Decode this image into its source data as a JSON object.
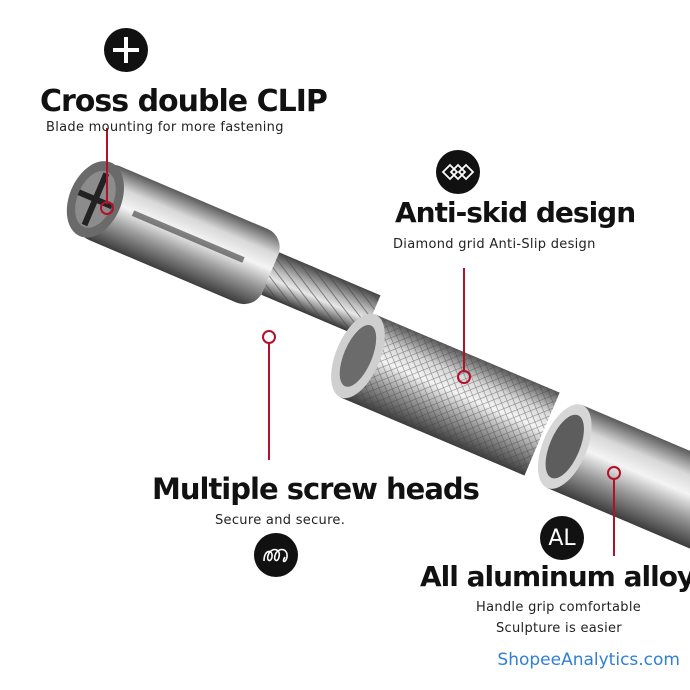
{
  "features": [
    {
      "title": "Cross double CLIP",
      "subtitle": "Blade mounting for more fastening",
      "icon": "cross-icon"
    },
    {
      "title": "Anti-skid design",
      "subtitle": "Diamond grid Anti-Slip design",
      "icon": "diamond-grid-icon"
    },
    {
      "title": "Multiple screw heads",
      "subtitle": "Secure and secure.",
      "icon": "spring-icon"
    },
    {
      "title": "All aluminum alloy",
      "subtitle_line1": "Handle grip comfortable",
      "subtitle_line2": "Sculpture is easier",
      "icon": "al-icon",
      "icon_text": "AL"
    }
  ],
  "watermark": "ShopeeAnalytics.com",
  "colors": {
    "accent_line": "#b3102a",
    "icon_bg": "#111111",
    "watermark": "#2f7fd9"
  }
}
